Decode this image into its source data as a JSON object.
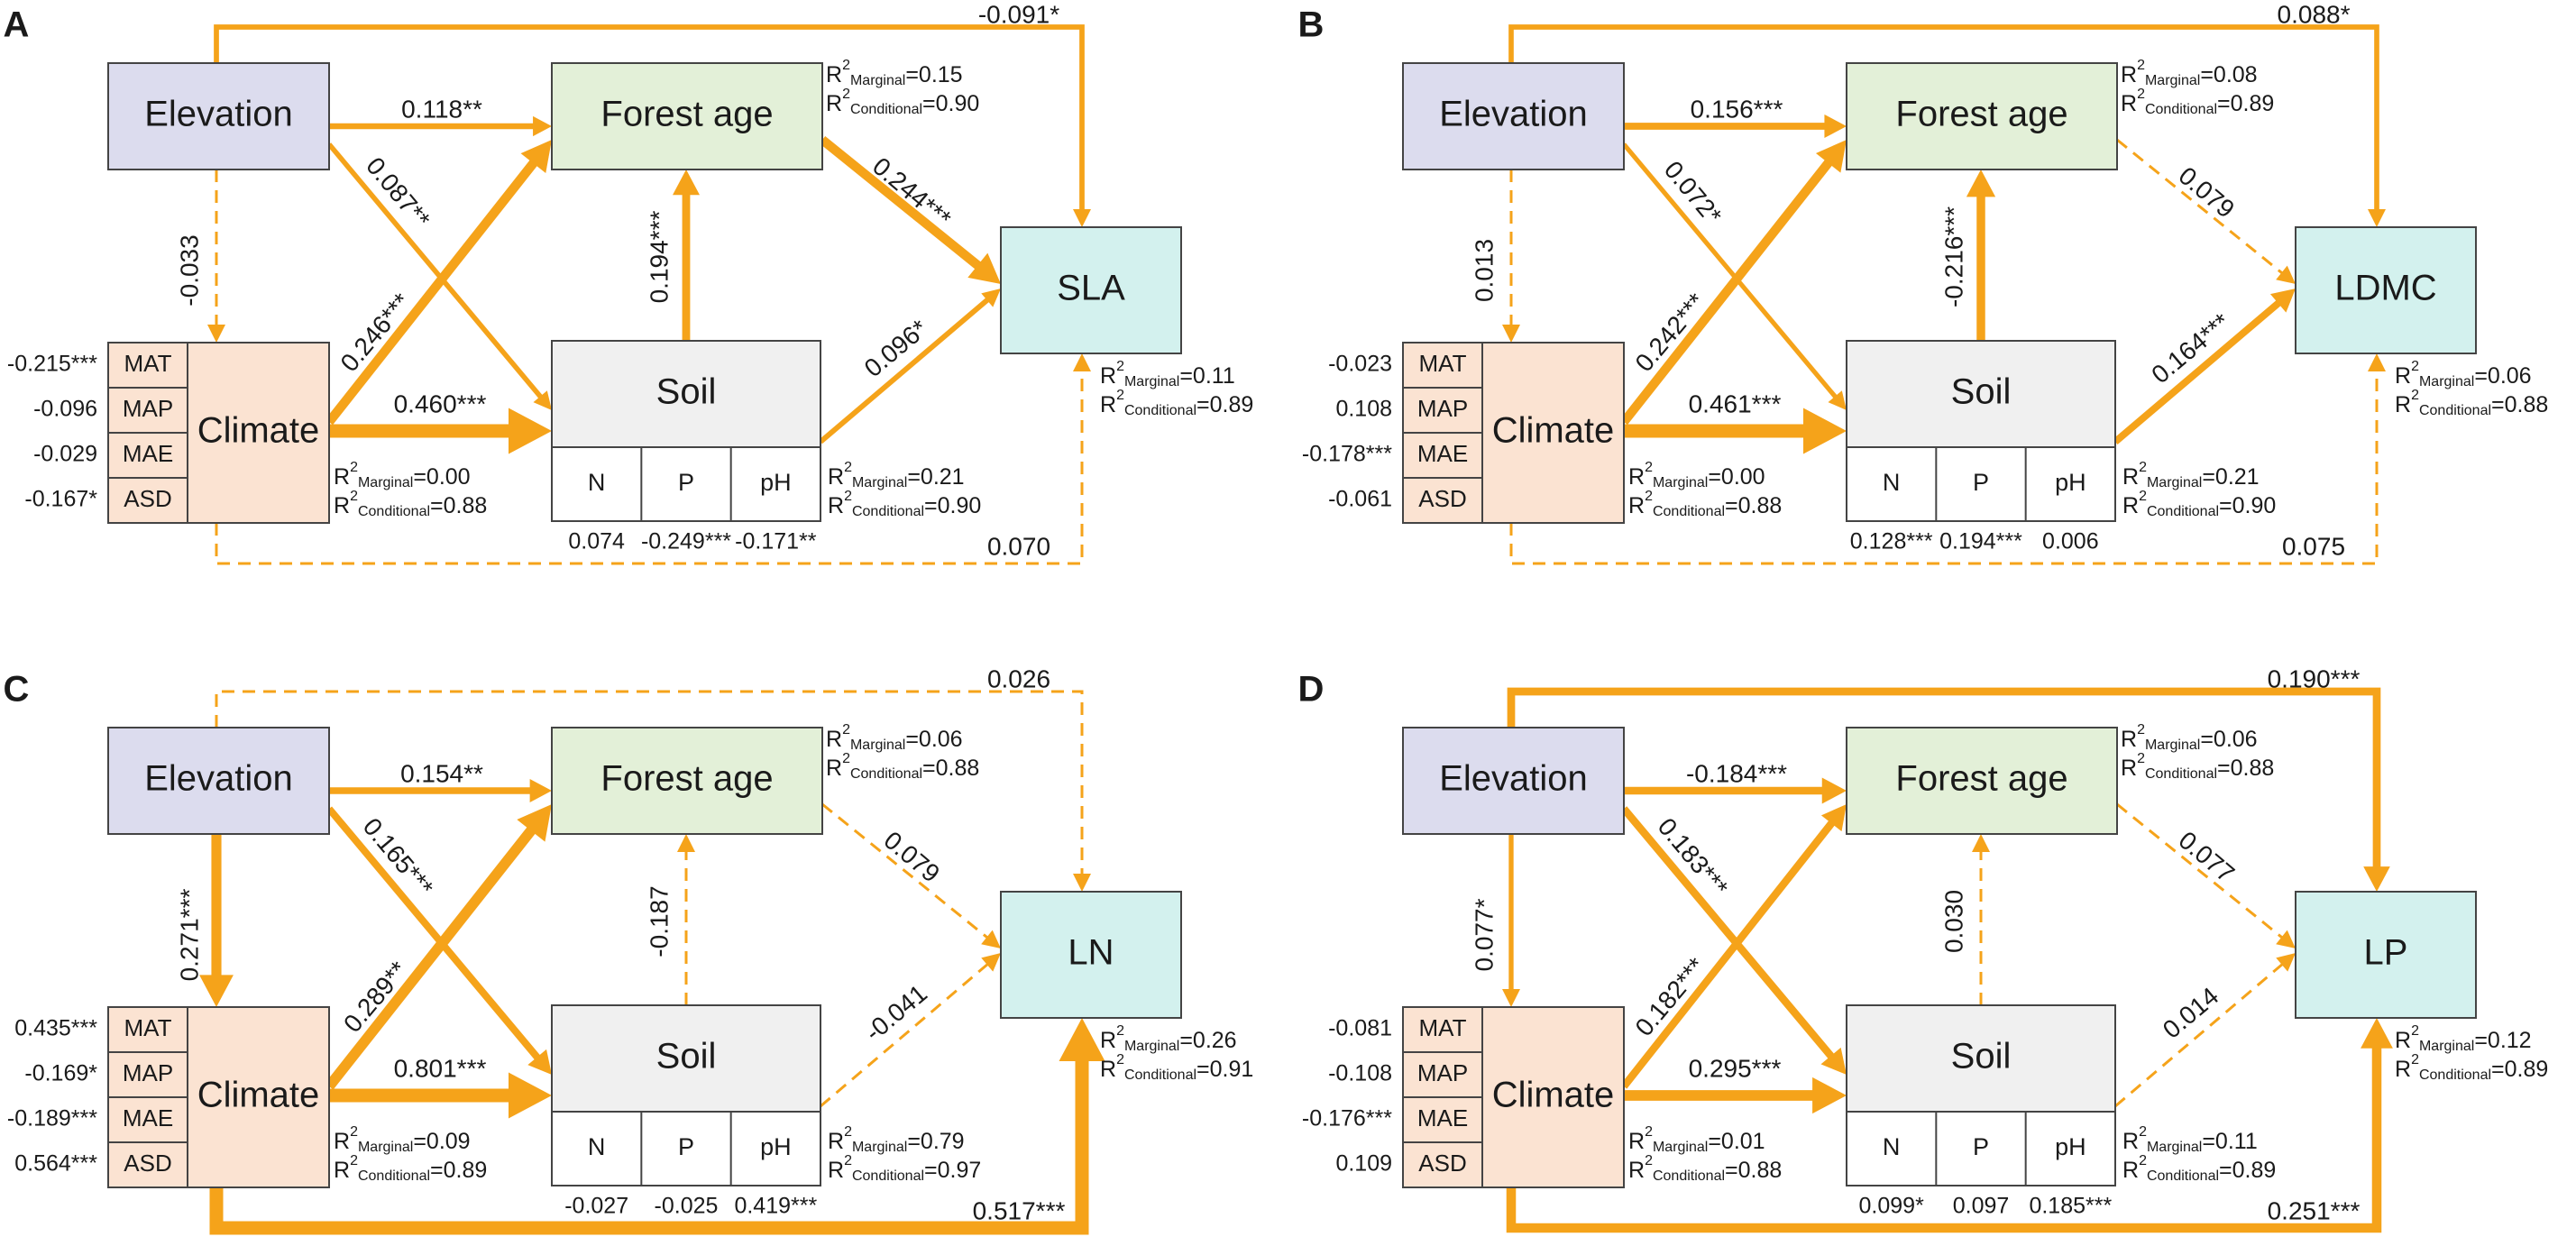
{
  "colors": {
    "arrow": "#f5a31a",
    "elevation_box": "#dcdcee",
    "forest_box": "#e3f0d8",
    "soil_box": "#f0f0f0",
    "climate_box": "#fbe3d2",
    "response_box": "#d3f1ee",
    "border": "#444444"
  },
  "labels": {
    "elevation": "Elevation",
    "forest": "Forest age",
    "soil": "Soil",
    "climate": "Climate",
    "climate_vars": [
      "MAT",
      "MAP",
      "MAE",
      "ASD"
    ],
    "soil_vars": [
      "N",
      "P",
      "pH"
    ]
  },
  "panels": [
    {
      "letter": "A",
      "response": "SLA",
      "paths": {
        "elev_resp": {
          "label": "-0.091*",
          "significant": true
        },
        "elev_forest": {
          "label": "0.118**",
          "significant": true
        },
        "elev_soil": {
          "label": "0.087**",
          "significant": true
        },
        "elev_climate": {
          "label": "-0.033",
          "significant": false
        },
        "climate_forest": {
          "label": "0.246***",
          "significant": true
        },
        "climate_soil": {
          "label": "0.460***",
          "significant": true
        },
        "soil_forest": {
          "label": "0.194***",
          "significant": true
        },
        "forest_resp": {
          "label": "0.244***",
          "significant": true
        },
        "soil_resp": {
          "label": "0.096*",
          "significant": true
        },
        "climate_resp": {
          "label": "0.070",
          "significant": false
        }
      },
      "climate_loadings": [
        "-0.215***",
        "-0.096",
        "-0.029",
        "-0.167*"
      ],
      "soil_loadings": [
        "0.074",
        "-0.249***",
        "-0.171**"
      ],
      "r2": {
        "forest": [
          "0.15",
          "0.90"
        ],
        "response": [
          "0.11",
          "0.89"
        ],
        "climate": [
          "0.00",
          "0.88"
        ],
        "soil": [
          "0.21",
          "0.90"
        ]
      }
    },
    {
      "letter": "B",
      "response": "LDMC",
      "paths": {
        "elev_resp": {
          "label": "0.088*",
          "significant": true
        },
        "elev_forest": {
          "label": "0.156***",
          "significant": true
        },
        "elev_soil": {
          "label": "0.072*",
          "significant": true
        },
        "elev_climate": {
          "label": "0.013",
          "significant": false
        },
        "climate_forest": {
          "label": "0.242***",
          "significant": true
        },
        "climate_soil": {
          "label": "0.461***",
          "significant": true
        },
        "soil_forest": {
          "label": "-0.216***",
          "significant": true
        },
        "forest_resp": {
          "label": "0.079",
          "significant": false
        },
        "soil_resp": {
          "label": "0.164***",
          "significant": true
        },
        "climate_resp": {
          "label": "0.075",
          "significant": false
        }
      },
      "climate_loadings": [
        "-0.023",
        "0.108",
        "-0.178***",
        "-0.061"
      ],
      "soil_loadings": [
        "0.128***",
        "0.194***",
        "0.006"
      ],
      "r2": {
        "forest": [
          "0.08",
          "0.89"
        ],
        "response": [
          "0.06",
          "0.88"
        ],
        "climate": [
          "0.00",
          "0.88"
        ],
        "soil": [
          "0.21",
          "0.90"
        ]
      }
    },
    {
      "letter": "C",
      "response": "LN",
      "paths": {
        "elev_resp": {
          "label": "0.026",
          "significant": false
        },
        "elev_forest": {
          "label": "0.154**",
          "significant": true
        },
        "elev_soil": {
          "label": "0.165***",
          "significant": true
        },
        "elev_climate": {
          "label": "0.271***",
          "significant": true
        },
        "climate_forest": {
          "label": "0.289**",
          "significant": true
        },
        "climate_soil": {
          "label": "0.801***",
          "significant": true
        },
        "soil_forest": {
          "label": "-0.187",
          "significant": false
        },
        "forest_resp": {
          "label": "0.079",
          "significant": false
        },
        "soil_resp": {
          "label": "-0.041",
          "significant": false
        },
        "climate_resp": {
          "label": "0.517***",
          "significant": true
        }
      },
      "climate_loadings": [
        "0.435***",
        "-0.169*",
        "-0.189***",
        "0.564***"
      ],
      "soil_loadings": [
        "-0.027",
        "-0.025",
        "0.419***"
      ],
      "r2": {
        "forest": [
          "0.06",
          "0.88"
        ],
        "response": [
          "0.26",
          "0.91"
        ],
        "climate": [
          "0.09",
          "0.89"
        ],
        "soil": [
          "0.79",
          "0.97"
        ]
      }
    },
    {
      "letter": "D",
      "response": "LP",
      "paths": {
        "elev_resp": {
          "label": "0.190***",
          "significant": true
        },
        "elev_forest": {
          "label": "-0.184***",
          "significant": true
        },
        "elev_soil": {
          "label": "0.183***",
          "significant": true
        },
        "elev_climate": {
          "label": "0.077*",
          "significant": true
        },
        "climate_forest": {
          "label": "0.182***",
          "significant": true
        },
        "climate_soil": {
          "label": "0.295***",
          "significant": true
        },
        "soil_forest": {
          "label": "0.030",
          "significant": false
        },
        "forest_resp": {
          "label": "0.077",
          "significant": false
        },
        "soil_resp": {
          "label": "0.014",
          "significant": false
        },
        "climate_resp": {
          "label": "0.251***",
          "significant": true
        }
      },
      "climate_loadings": [
        "-0.081",
        "-0.108",
        "-0.176***",
        "0.109"
      ],
      "soil_loadings": [
        "0.099*",
        "0.097",
        "0.185***"
      ],
      "r2": {
        "forest": [
          "0.06",
          "0.88"
        ],
        "response": [
          "0.12",
          "0.89"
        ],
        "climate": [
          "0.01",
          "0.88"
        ],
        "soil": [
          "0.11",
          "0.89"
        ]
      }
    }
  ]
}
